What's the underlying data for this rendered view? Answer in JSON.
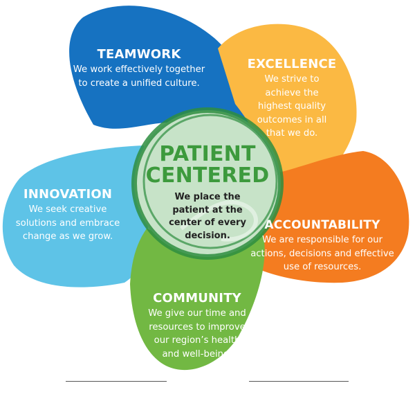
{
  "values": [
    {
      "id": "teamwork",
      "title": "TEAMWORK",
      "description": "We work effectively together to create a unified culture.",
      "color": "#1672c1"
    },
    {
      "id": "excellence",
      "title": "EXCELLENCE",
      "description": "We strive to achieve the highest quality outcomes in all that we do.",
      "color": "#fbb943"
    },
    {
      "id": "accountability",
      "title": "ACCOUNTABILITY",
      "description": "We are responsible for our actions, decisions and effective use of resources.",
      "color": "#f47c20"
    },
    {
      "id": "community",
      "title": "COMMUNITY",
      "description": "We give our time and resources to improve our region’s health and well-being.",
      "color": "#72b843"
    },
    {
      "id": "innovation",
      "title": "INNOVATION",
      "description": "We seek creative solutions and embrace change as we grow.",
      "color": "#5ec3e7"
    }
  ],
  "center": {
    "title_line1": "PATIENT",
    "title_line2": "CENTERED",
    "description": "We place the patient at the center of every decision.",
    "color": "#3d9a3d"
  }
}
